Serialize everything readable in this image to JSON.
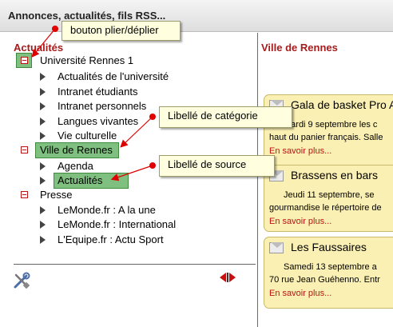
{
  "window": {
    "title": "Annonces, actualités, fils RSS..."
  },
  "left": {
    "heading": "Actualités",
    "groups": [
      {
        "label": "Université Rennes 1",
        "items": [
          "Actualités de l'université",
          "Intranet étudiants",
          "Intranet personnels",
          "Langues vivantes",
          "Vie culturelle"
        ]
      },
      {
        "label": "Ville de Rennes",
        "items": [
          "Agenda",
          "Actualités"
        ]
      },
      {
        "label": "Presse",
        "items": [
          "LeMonde.fr : A la une",
          "LeMonde.fr : International",
          "L'Equipe.fr : Actu Sport"
        ]
      }
    ]
  },
  "callouts": {
    "toggle": "bouton plier/déplier",
    "category": "Libellé de catégorie",
    "source": "Libellé de source"
  },
  "right": {
    "heading": "Ville de Rennes",
    "cards": [
      {
        "title": "Gala de basket Pro A",
        "lines": [
          "Mardi 9 septembre les c",
          "haut du panier français. Salle"
        ],
        "link": "En savoir plus..."
      },
      {
        "title": "Brassens en bars",
        "lines": [
          "Jeudi 11 septembre, se",
          "gourmandise le répertoire de"
        ],
        "link": "En savoir plus..."
      },
      {
        "title": "Les Faussaires",
        "lines": [
          "Samedi 13 septembre a",
          "70 rue Jean Guéhenno. Entr"
        ],
        "link": "En savoir plus..."
      }
    ]
  },
  "colors": {
    "accent": "#a51c1c",
    "highlight": "#7fbf7f",
    "callout": "#ffffe0",
    "card": "#fbf0b3"
  }
}
